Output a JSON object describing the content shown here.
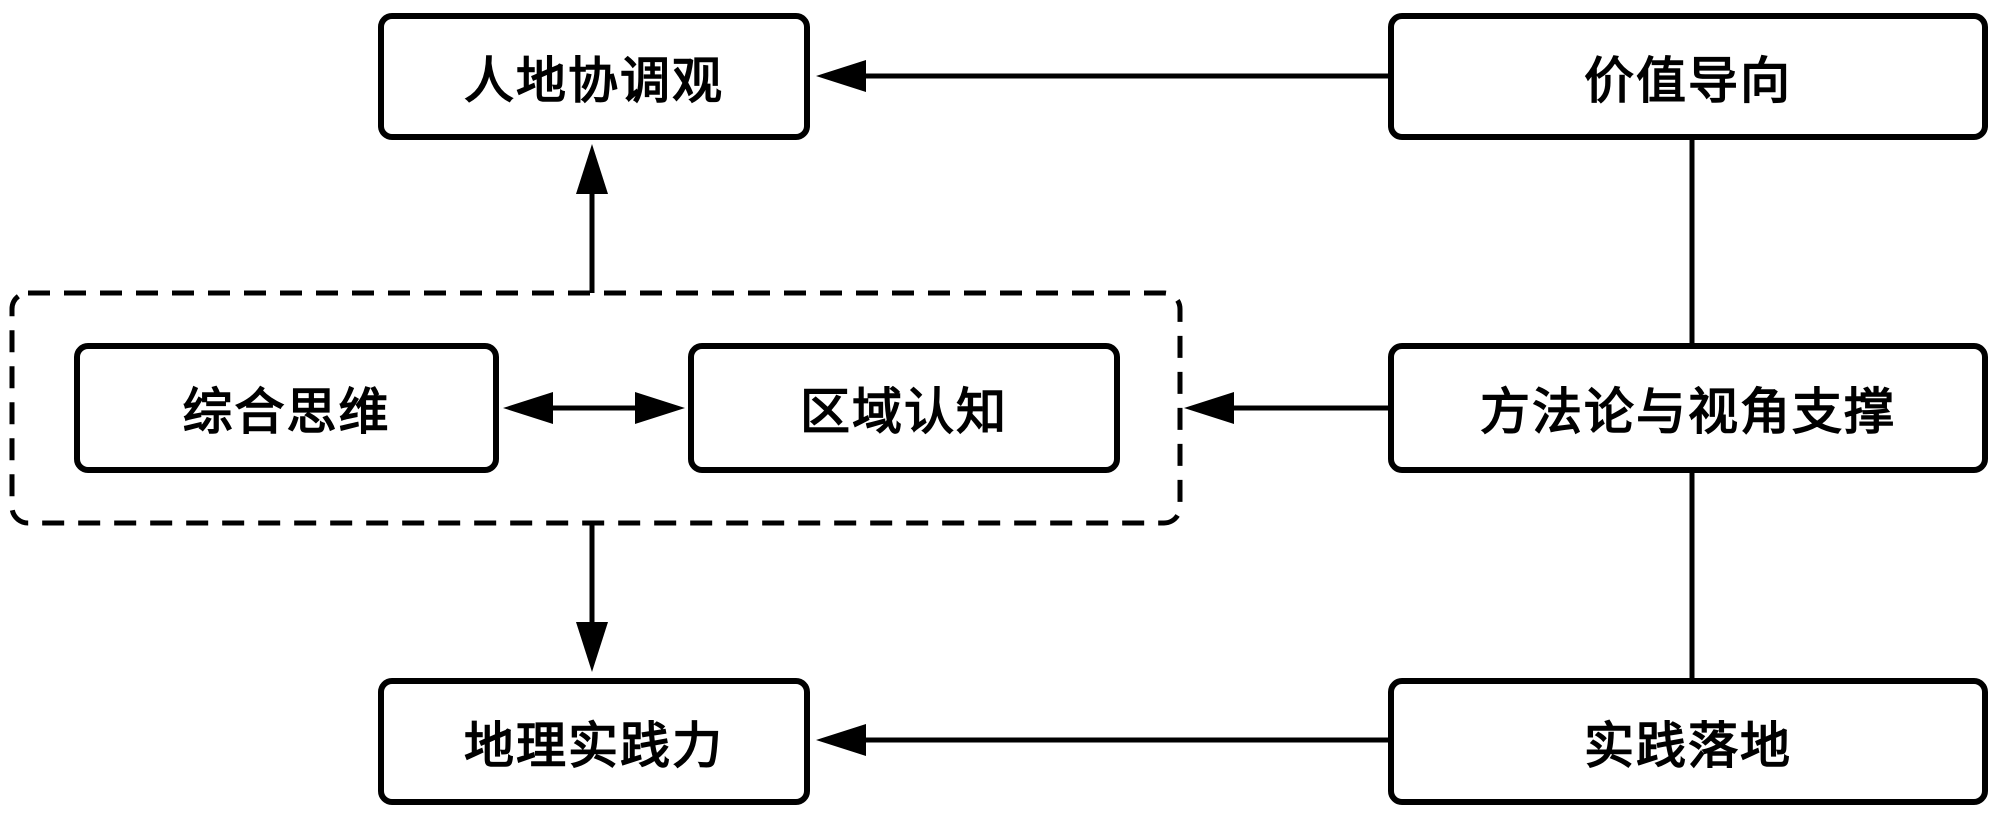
{
  "nodes": {
    "ren_di_xie_tiao_guan": "人地协调观",
    "jia_zhi_dao_xiang": "价值导向",
    "zong_he_si_wei": "综合思维",
    "qu_yu_ren_zhi": "区域认知",
    "fang_fa_lun": "方法论与视角支撑",
    "di_li_shi_jian_li": "地理实践力",
    "shi_jian_luo_di": "实践落地"
  },
  "colors": {
    "stroke": "#000000",
    "background": "#ffffff"
  }
}
